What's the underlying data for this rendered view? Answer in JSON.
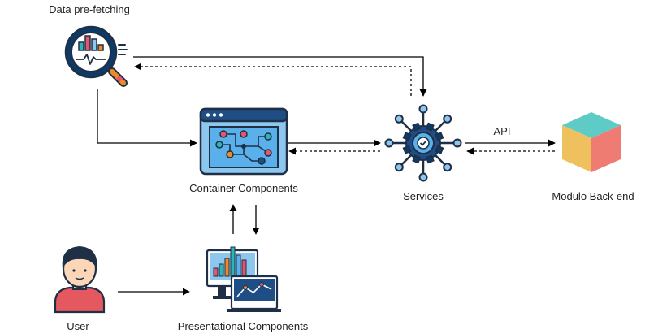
{
  "nodes": {
    "prefetch": {
      "label": "Data pre-fetching",
      "icon": "magnifier-chart-icon"
    },
    "container": {
      "label": "Container Components",
      "icon": "browser-circuit-icon"
    },
    "services": {
      "label": "Services",
      "icon": "gear-network-icon"
    },
    "backend": {
      "label": "Modulo Back-end",
      "icon": "cube-icon"
    },
    "user": {
      "label": "User",
      "icon": "user-avatar-icon"
    },
    "presentational": {
      "label": "Presentational Components",
      "icon": "monitor-dashboard-icon"
    }
  },
  "edges": [
    {
      "from": "prefetch",
      "to": "container",
      "style": "solid"
    },
    {
      "from": "prefetch",
      "to": "services",
      "style": "solid"
    },
    {
      "from": "services",
      "to": "prefetch",
      "style": "dashed"
    },
    {
      "from": "container",
      "to": "services",
      "style": "solid"
    },
    {
      "from": "services",
      "to": "container",
      "style": "dashed"
    },
    {
      "from": "services",
      "to": "backend",
      "style": "solid",
      "label": "API"
    },
    {
      "from": "backend",
      "to": "services",
      "style": "dashed"
    },
    {
      "from": "presentational",
      "to": "container",
      "style": "solid"
    },
    {
      "from": "container",
      "to": "presentational",
      "style": "solid"
    },
    {
      "from": "user",
      "to": "presentational",
      "style": "solid"
    }
  ],
  "colors": {
    "outline": "#1f2f45",
    "navy": "#0d3a66",
    "lightBlue": "#8ec7ee",
    "skyBlue": "#5ab0ea",
    "teal": "#2db6b5",
    "pink": "#e2566e",
    "orange": "#f08a24",
    "cubeTop": "#5ecbc6",
    "cubeLeft": "#efc15e",
    "cubeRight": "#ef7c73",
    "skin": "#fbd7b8",
    "shirt": "#e6585f"
  }
}
